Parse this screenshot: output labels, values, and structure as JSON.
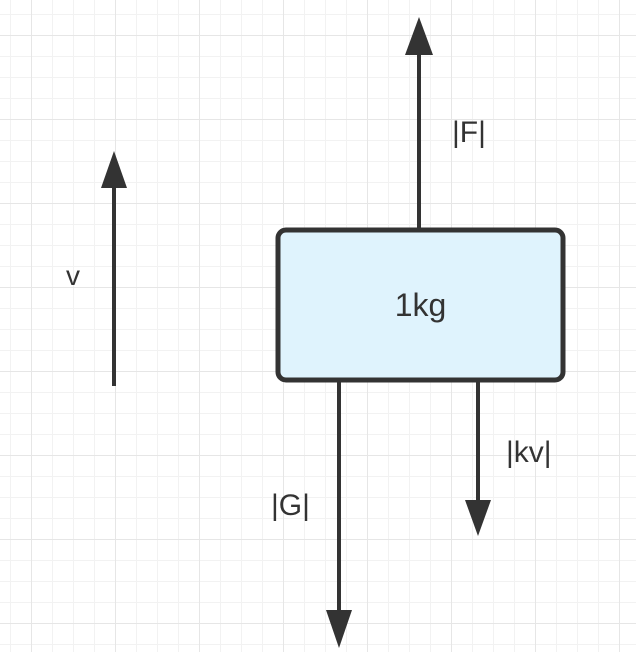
{
  "diagram": {
    "mass_label": "1kg",
    "velocity_label": "v",
    "force_up_label": "|F|",
    "force_drag_label": "|kv|",
    "force_gravity_label": "|G|"
  },
  "colors": {
    "box_fill": "#dff3fd",
    "stroke": "#333333",
    "grid": "#e6e6e6"
  }
}
